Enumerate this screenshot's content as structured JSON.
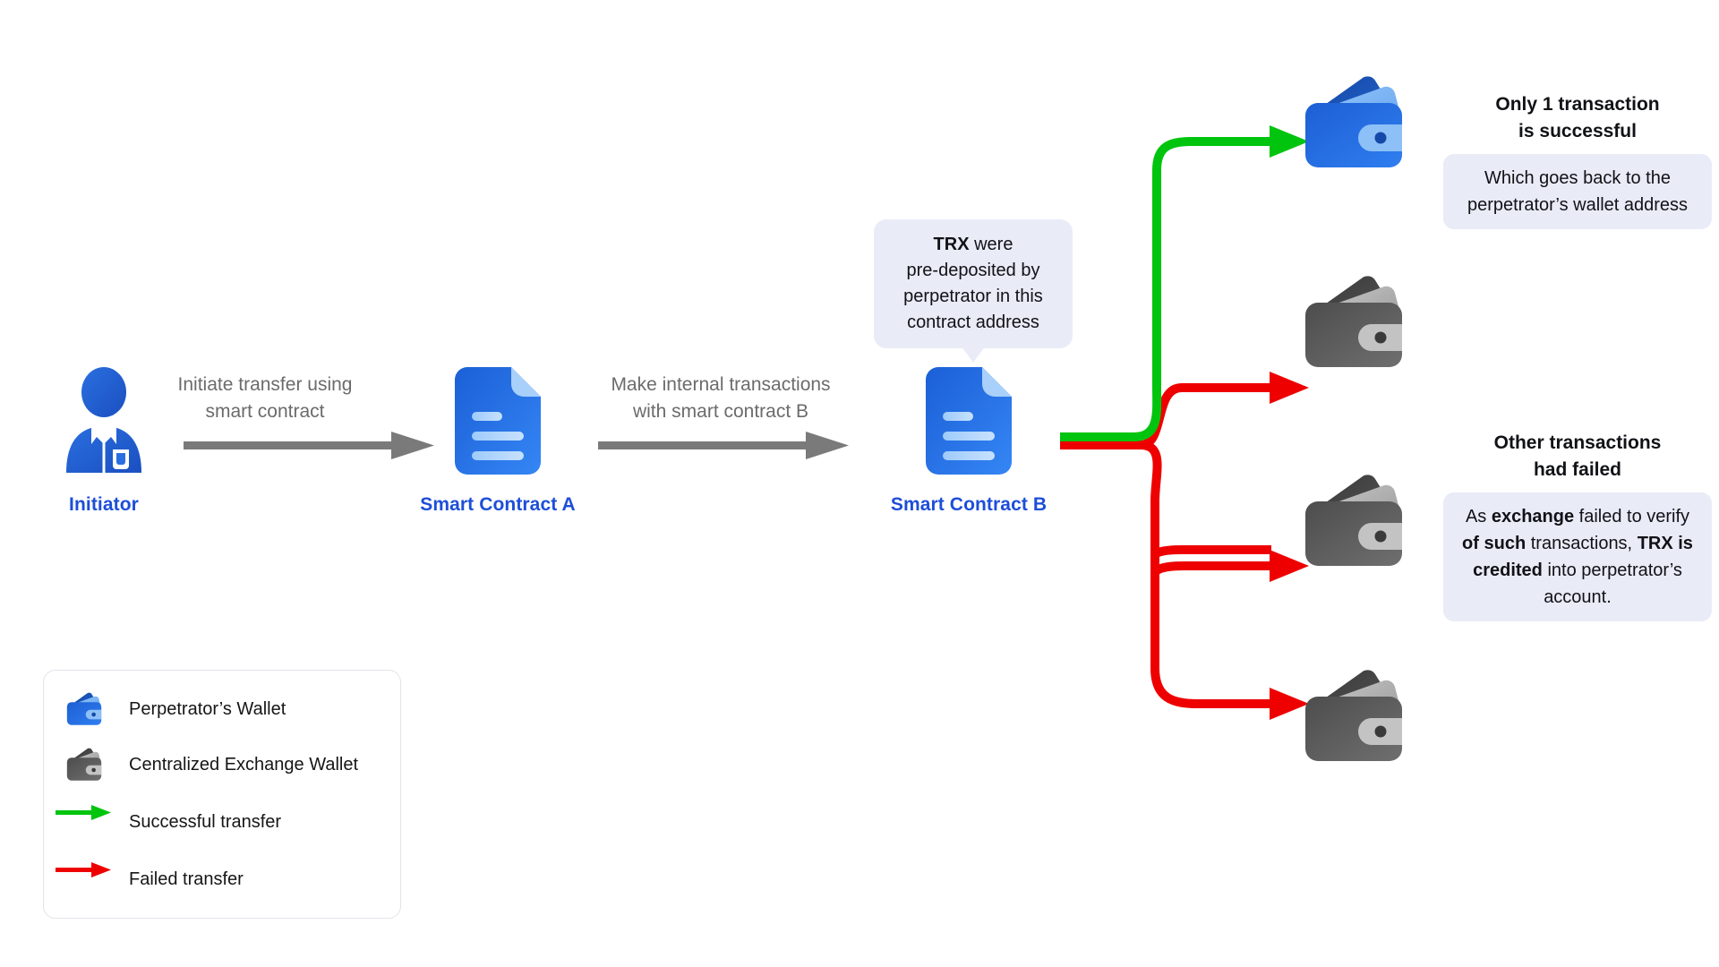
{
  "diagram": {
    "title": "TRX smart-contract fake-deposit flow",
    "colors": {
      "brand_blue": "#1d4ed8",
      "success_green": "#00c40d",
      "fail_red": "#ee0000",
      "gray_arrow": "#7a7a7a",
      "bubble_bg": "#e9ebf7",
      "caption_gray": "#6b6b6b"
    }
  },
  "nodes": [
    {
      "id": "initiator",
      "label": "Initiator",
      "icon": "person-icon"
    },
    {
      "id": "contract_a",
      "label": "Smart Contract A",
      "icon": "document-icon"
    },
    {
      "id": "contract_b",
      "label": "Smart Contract B",
      "icon": "document-icon"
    }
  ],
  "steps": [
    {
      "id": "step1",
      "text": "Initiate transfer using\nsmart contract"
    },
    {
      "id": "step2",
      "text": "Make internal transactions\nwith smart contract B"
    }
  ],
  "bubble": {
    "line1_bold": "TRX",
    "line1_rest": " were",
    "line2": "pre-deposited by",
    "line3": "perpetrator in this",
    "line4": "contract address"
  },
  "annotations": [
    {
      "id": "success",
      "title": "Only 1 transaction\nis successful",
      "body_plain": "Which goes back to the perpetrator’s wallet address",
      "body_parts": [
        {
          "text": "Which goes back to the perpetrator’s wallet address",
          "bold": false
        }
      ]
    },
    {
      "id": "failed",
      "title": "Other transactions\nhad failed",
      "body_plain": "As exchange failed to verify of such transactions, TRX is credited into perpetrator’s account.",
      "body_parts": [
        {
          "text": "As ",
          "bold": false
        },
        {
          "text": "exchange",
          "bold": true
        },
        {
          "text": " failed to verify ",
          "bold": false
        },
        {
          "text": "of such",
          "bold": true
        },
        {
          "text": " transactions, ",
          "bold": false
        },
        {
          "text": "TRX is credited",
          "bold": true
        },
        {
          "text": " into perpetrator’s account.",
          "bold": false
        }
      ]
    }
  ],
  "wallets": [
    {
      "id": "wallet-1",
      "kind": "perpetrator",
      "color": "blue",
      "outcome": "successful"
    },
    {
      "id": "wallet-2",
      "kind": "exchange",
      "color": "gray",
      "outcome": "failed"
    },
    {
      "id": "wallet-3",
      "kind": "exchange",
      "color": "gray",
      "outcome": "failed"
    },
    {
      "id": "wallet-4",
      "kind": "exchange",
      "color": "gray",
      "outcome": "failed"
    }
  ],
  "legend": {
    "items": [
      {
        "id": "legend-perpetrator-wallet",
        "icon": "wallet-blue-icon",
        "label": "Perpetrator’s Wallet"
      },
      {
        "id": "legend-exchange-wallet",
        "icon": "wallet-gray-icon",
        "label": "Centralized Exchange Wallet"
      },
      {
        "id": "legend-successful",
        "icon": "arrow-green-icon",
        "label": "Successful transfer"
      },
      {
        "id": "legend-failed",
        "icon": "arrow-red-icon",
        "label": "Failed transfer"
      }
    ]
  }
}
